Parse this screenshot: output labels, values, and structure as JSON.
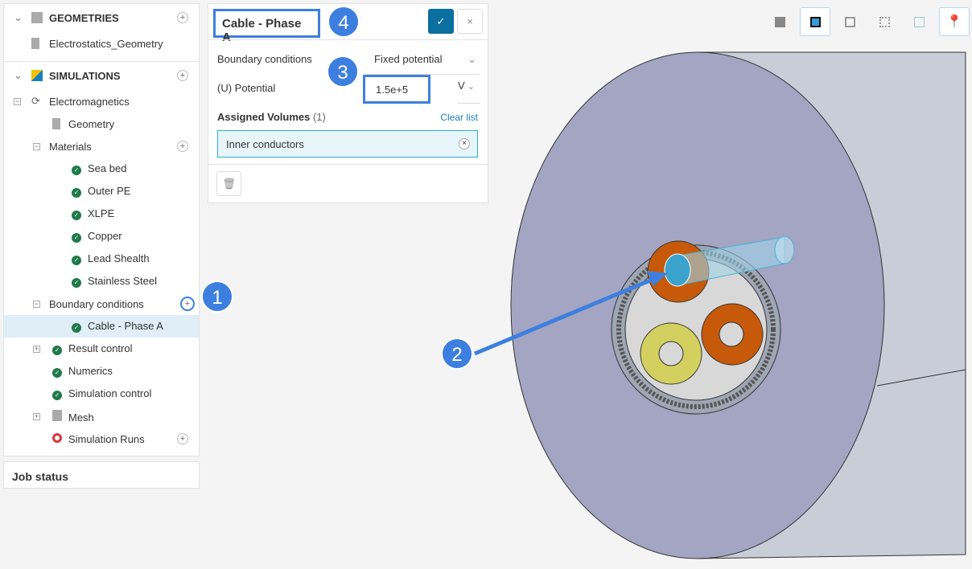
{
  "tree": {
    "geometries_label": "GEOMETRIES",
    "geometry_item": "Electrostatics_Geometry",
    "simulations_label": "SIMULATIONS",
    "simulation": "Electromagnetics",
    "geometry": "Geometry",
    "materials": "Materials",
    "material_items": [
      "Sea bed",
      "Outer PE",
      "XLPE",
      "Copper",
      "Lead Shealth",
      "Stainless Steel"
    ],
    "boundary_conditions": "Boundary conditions",
    "bc_item": "Cable - Phase A",
    "result_control": "Result control",
    "numerics": "Numerics",
    "simulation_control": "Simulation control",
    "mesh": "Mesh",
    "simulation_runs": "Simulation Runs"
  },
  "job_status": "Job status",
  "panel": {
    "title": "Cable - Phase A",
    "bc_label": "Boundary conditions",
    "bc_value": "Fixed potential",
    "potential_label": "(U) Potential",
    "potential_value": "1.5e+5",
    "unit": "V",
    "assigned_label": "Assigned Volumes",
    "assigned_count": "(1)",
    "clear_list": "Clear list",
    "assigned_item": "Inner conductors"
  },
  "annotations": [
    "1",
    "2",
    "3",
    "4"
  ],
  "colors": {
    "accent": "#3d7fde",
    "confirm": "#0b6fa0",
    "selected": "#dfeef7",
    "success": "#1f7a4a"
  }
}
